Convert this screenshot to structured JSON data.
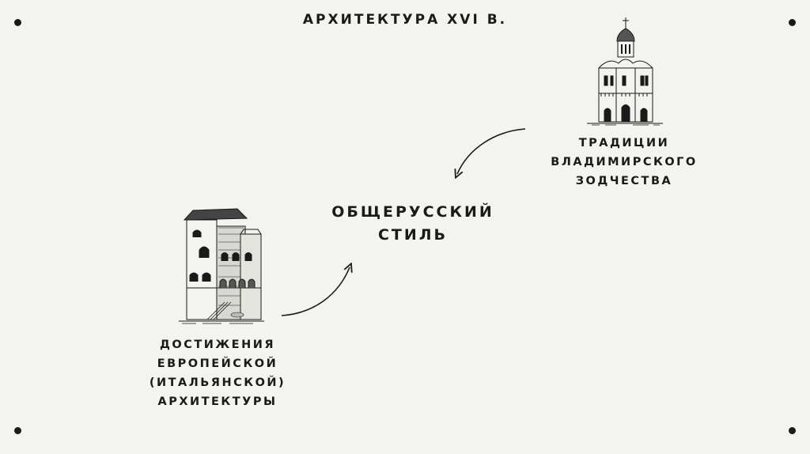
{
  "title": "АРХИТЕКТУРА XVI В.",
  "center": {
    "lines": [
      "ОБЩЕРУССКИЙ",
      "СТИЛЬ"
    ]
  },
  "right": {
    "caption": [
      "ТРАДИЦИИ",
      "ВЛАДИМИРСКОГО",
      "ЗОДЧЕСТВА"
    ],
    "icon": "church-illustration"
  },
  "left": {
    "caption": [
      "ДОСТИЖЕНИЯ",
      "ЕВРОПЕЙСКОЙ",
      "(ИТАЛЬЯНСКОЙ)",
      "АРХИТЕКТУРЫ"
    ],
    "icon": "italian-palazzo-illustration"
  },
  "colors": {
    "background": "#f3f3ef",
    "ink": "#1a1a1a"
  }
}
